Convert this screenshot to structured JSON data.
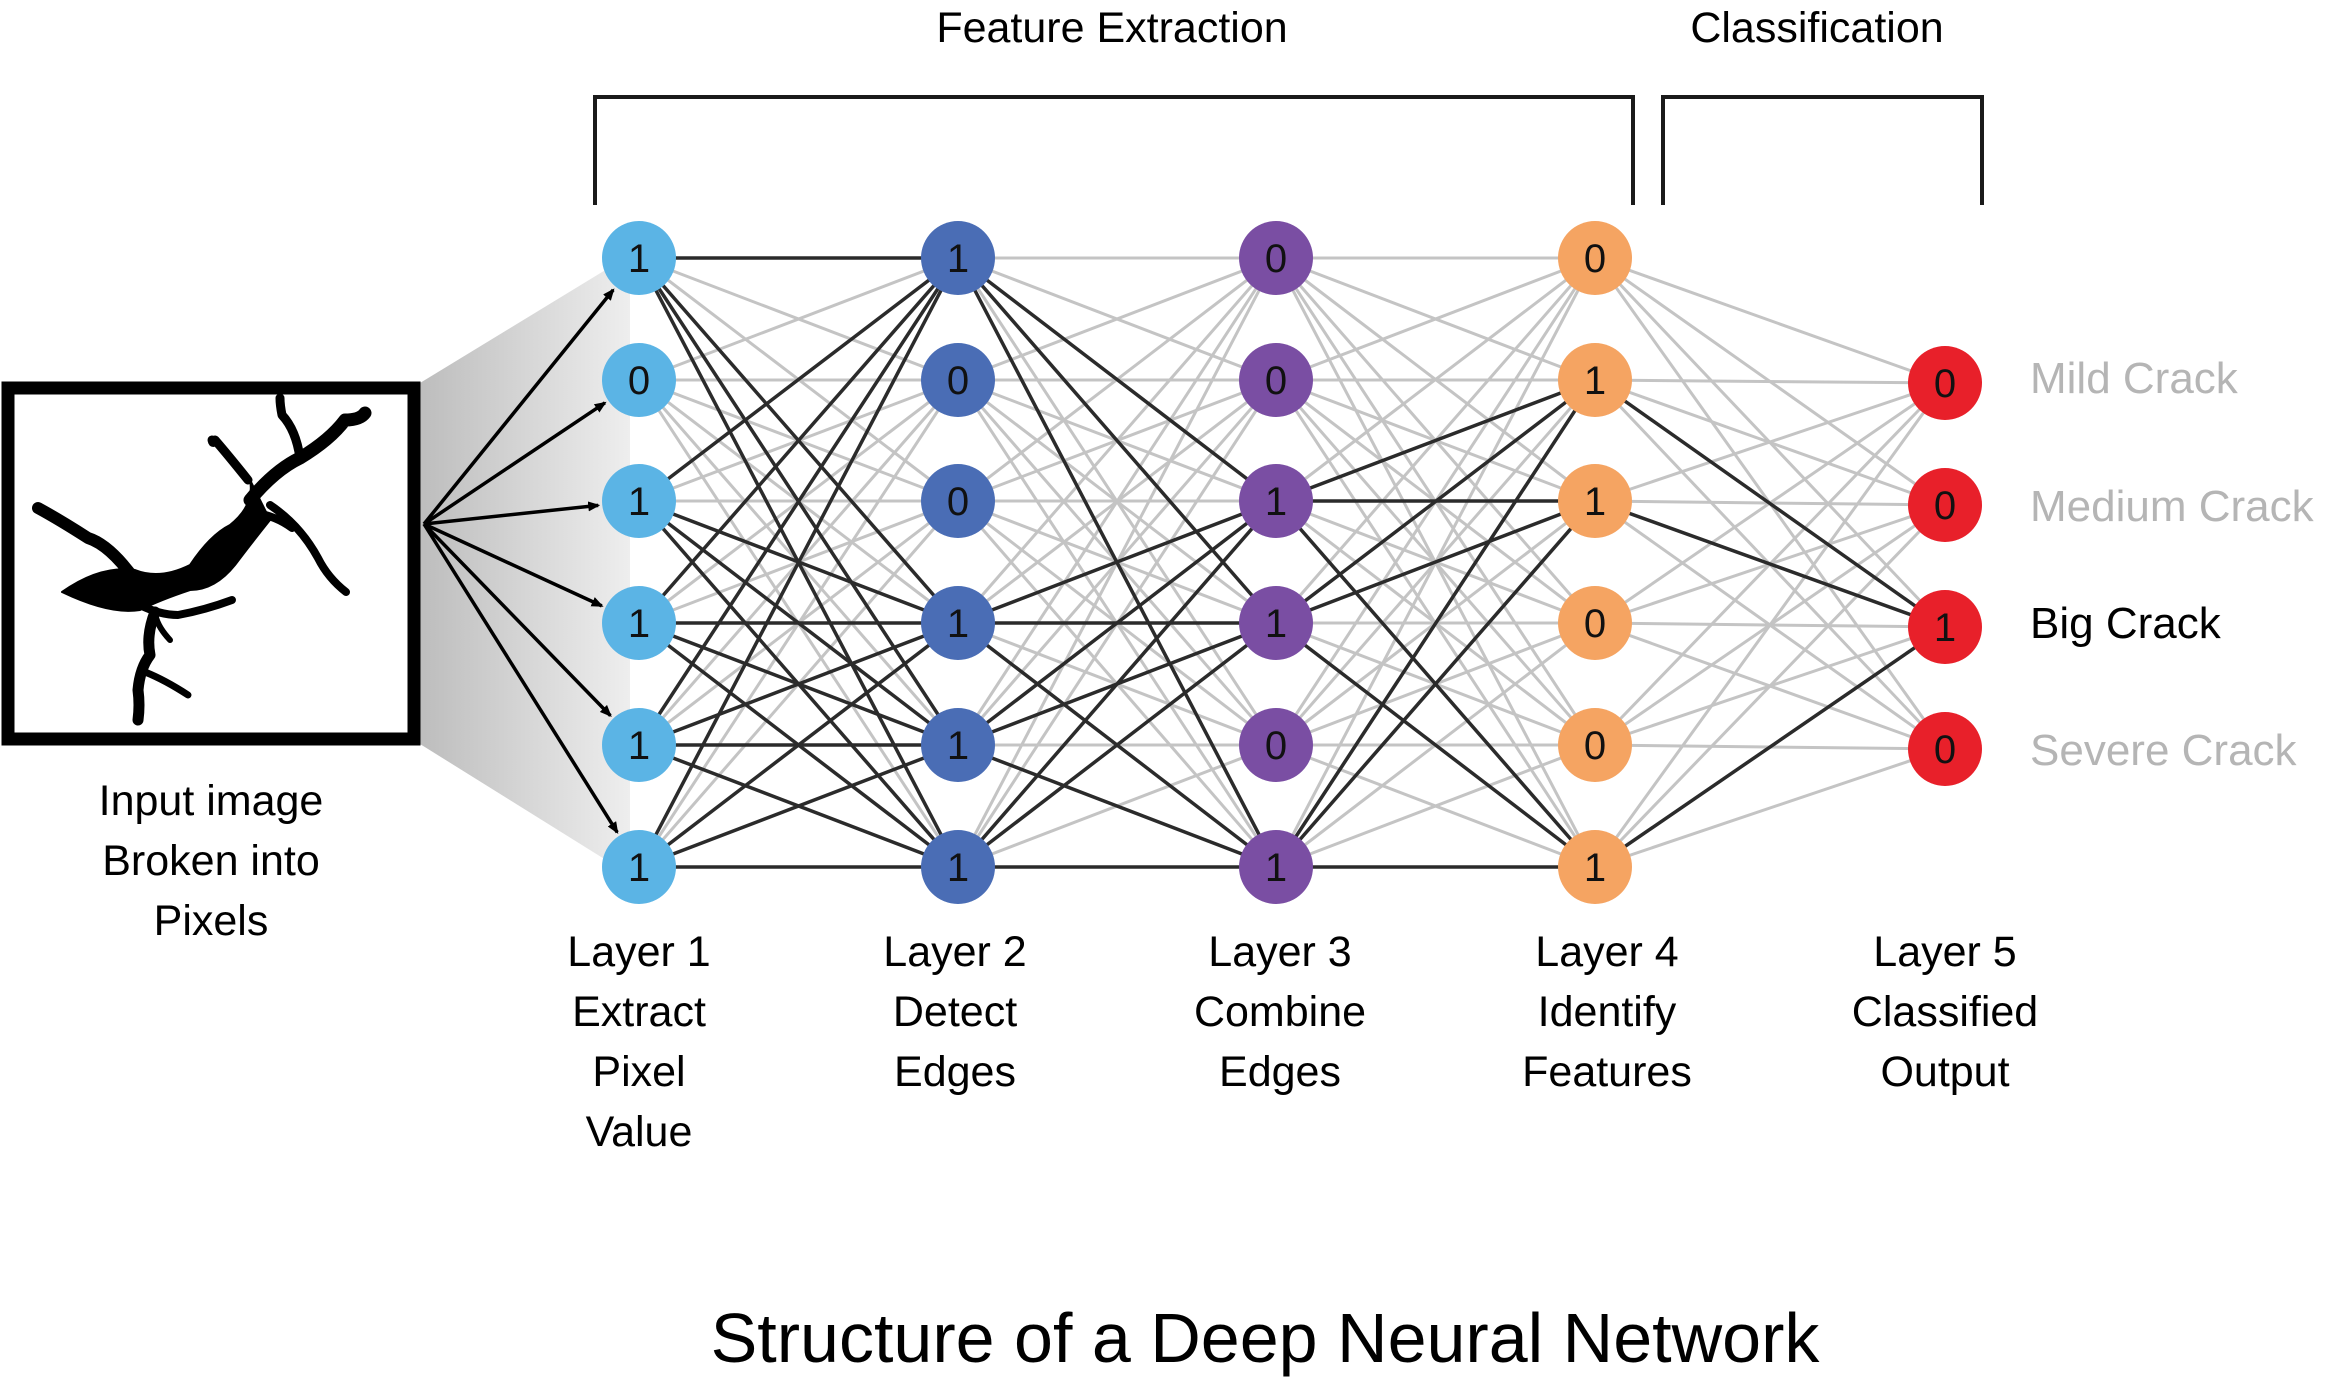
{
  "title": "Structure of a Deep Neural Network",
  "sections": {
    "feature_extraction": "Feature Extraction",
    "classification": "Classification"
  },
  "input": {
    "label_lines": [
      "Input image",
      "Broken into",
      "Pixels"
    ]
  },
  "layers": [
    {
      "label_lines": [
        "Layer 1",
        "Extract",
        "Pixel",
        "Value"
      ],
      "color": "#5bb4e5",
      "values": [
        "1",
        "0",
        "1",
        "1",
        "1",
        "1"
      ]
    },
    {
      "label_lines": [
        "Layer 2",
        "Detect",
        "Edges"
      ],
      "color": "#4a6db5",
      "values": [
        "1",
        "0",
        "0",
        "1",
        "1",
        "1"
      ]
    },
    {
      "label_lines": [
        "Layer 3",
        "Combine",
        "Edges"
      ],
      "color": "#7a4ea3",
      "values": [
        "0",
        "0",
        "1",
        "1",
        "0",
        "1"
      ]
    },
    {
      "label_lines": [
        "Layer 4",
        "Identify",
        "Features"
      ],
      "color": "#f5a462",
      "values": [
        "0",
        "1",
        "1",
        "0",
        "0",
        "1"
      ]
    },
    {
      "label_lines": [
        "Layer 5",
        "Classified",
        "Output"
      ],
      "color": "#e8202a",
      "values": [
        "0",
        "0",
        "1",
        "0"
      ]
    }
  ],
  "outputs": [
    {
      "label": "Mild Crack",
      "active": false
    },
    {
      "label": "Medium Crack",
      "active": false
    },
    {
      "label": "Big Crack",
      "active": true
    },
    {
      "label": "Severe Crack",
      "active": false
    }
  ],
  "colors": {
    "active_connection": "#2b2b2b",
    "inactive_connection": "#c4c4c4",
    "inactive_label": "#b5b5b5",
    "active_label": "#000000"
  }
}
